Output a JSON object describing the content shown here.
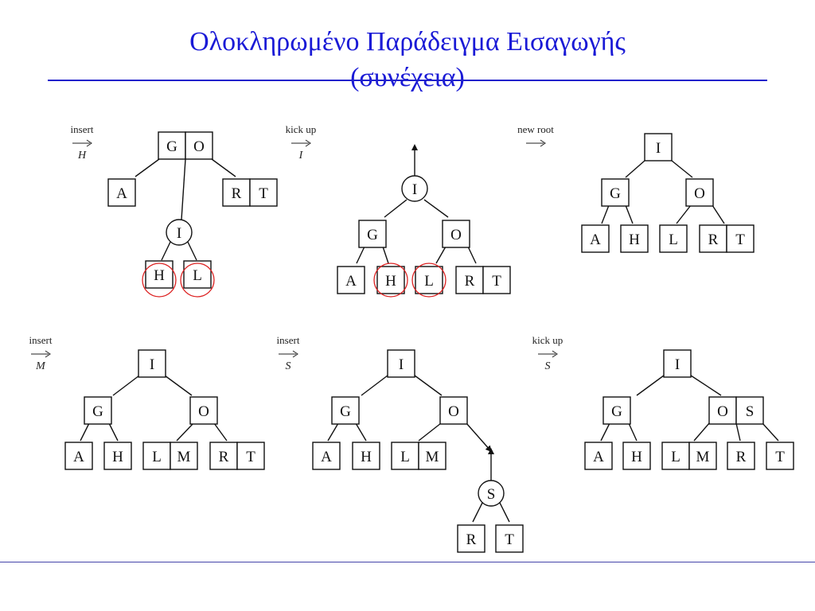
{
  "title_line1": "Ολοκληρωμένο Παράδειγμα Εισαγωγής",
  "title_line2": "(συνέχεια)",
  "steps": [
    {
      "op": "insert",
      "sym": "H"
    },
    {
      "op": "kick up",
      "sym": "I"
    },
    {
      "op": "new root",
      "sym": ""
    },
    {
      "op": "insert",
      "sym": "M"
    },
    {
      "op": "insert",
      "sym": "S"
    },
    {
      "op": "kick up",
      "sym": "S"
    }
  ],
  "colors": {
    "title": "#1a1ad6",
    "rule": "#2222cc",
    "highlight": "#dd2222",
    "ink": "#111111"
  },
  "keys": {
    "p1": [
      "G",
      "O",
      "A",
      "R",
      "T",
      "I",
      "H",
      "L"
    ],
    "p2": [
      "I",
      "G",
      "O",
      "A",
      "H",
      "L",
      "R",
      "T"
    ],
    "p3": [
      "I",
      "G",
      "O",
      "A",
      "H",
      "L",
      "R",
      "T"
    ],
    "p4": [
      "I",
      "G",
      "O",
      "A",
      "H",
      "L",
      "M",
      "R",
      "T"
    ],
    "p5": [
      "I",
      "G",
      "O",
      "A",
      "H",
      "L",
      "M",
      "S",
      "R",
      "T"
    ],
    "p6": [
      "I",
      "G",
      "O",
      "S",
      "A",
      "H",
      "L",
      "M",
      "R",
      "T"
    ]
  }
}
